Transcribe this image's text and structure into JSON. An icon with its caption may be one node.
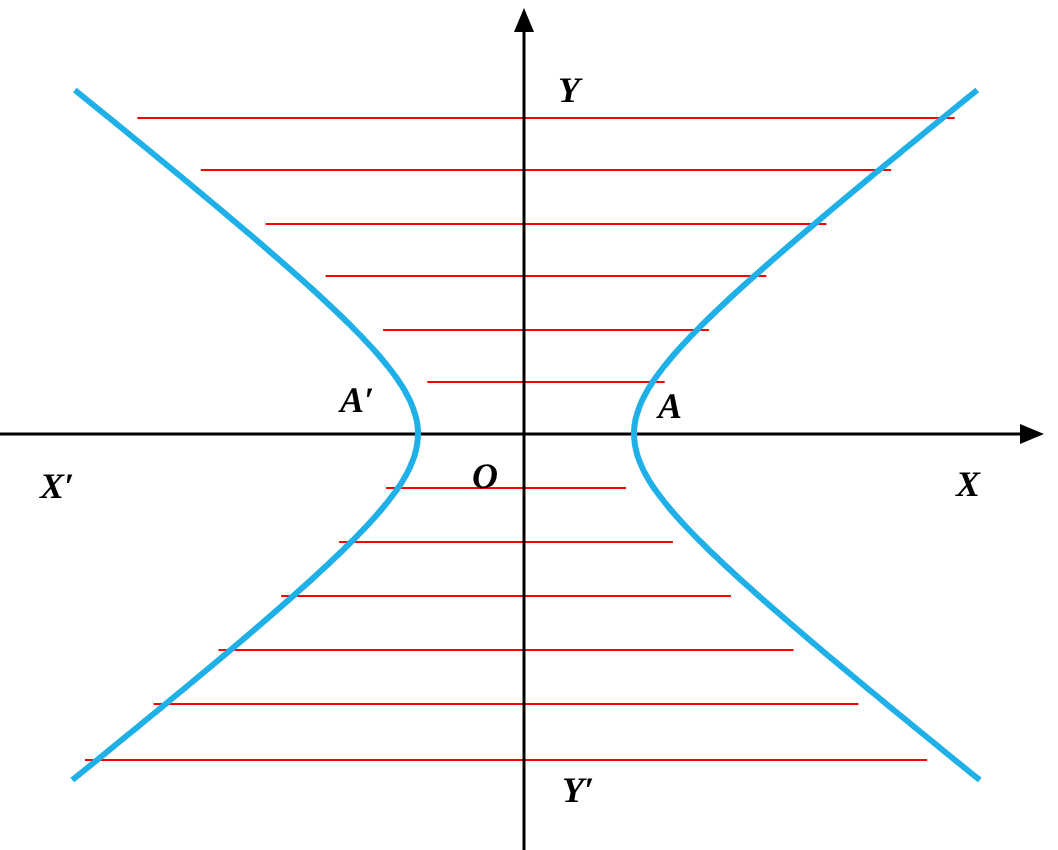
{
  "diagram": {
    "labels": [
      "Y",
      "A′",
      "A",
      "X′",
      "O",
      "X",
      "Y′"
    ]
  }
}
